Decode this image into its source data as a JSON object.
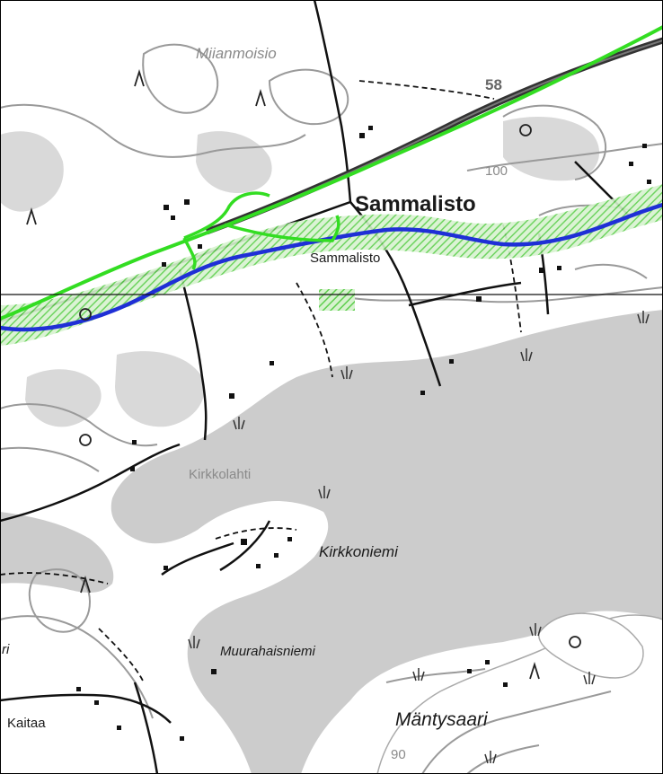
{
  "map": {
    "colors": {
      "water": "#cccccc",
      "land": "#ffffff",
      "contour": "#9a9a9a",
      "road": "#111111",
      "route_green": "#33dd22",
      "route_blue": "#1f2fd6",
      "corridor": "#5fcf4f"
    },
    "labels": {
      "miianmoisio": "Miianmoisio",
      "road_number": "58",
      "sammalisto_large": "Sammalisto",
      "sammalisto_small": "Sammalisto",
      "kirkkolahti": "Kirkkolahti",
      "kirkkoniemi": "Kirkkoniemi",
      "muurahaisniemi": "Muurahaisniemi",
      "kaitaa": "Kaitaa",
      "mantysaari": "Mäntysaari",
      "contour_100": "100",
      "contour_90": "90",
      "edge_fragment": "ri"
    }
  }
}
